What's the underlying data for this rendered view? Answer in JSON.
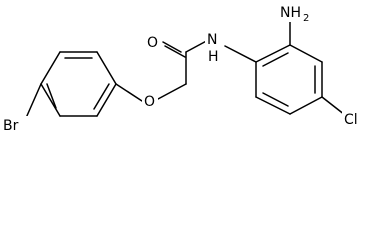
{
  "molecule": {
    "atom_labels": {
      "bromine": "Br",
      "ether_oxygen": "O",
      "carbonyl_oxygen": "O",
      "amide_nitrogen": "N",
      "amide_hydrogen": "H",
      "amino_group": "NH",
      "amino_subscript": "2",
      "chlorine": "Cl"
    },
    "colors": {
      "bond": "#000000",
      "text": "#000000",
      "background": "#ffffff"
    }
  }
}
